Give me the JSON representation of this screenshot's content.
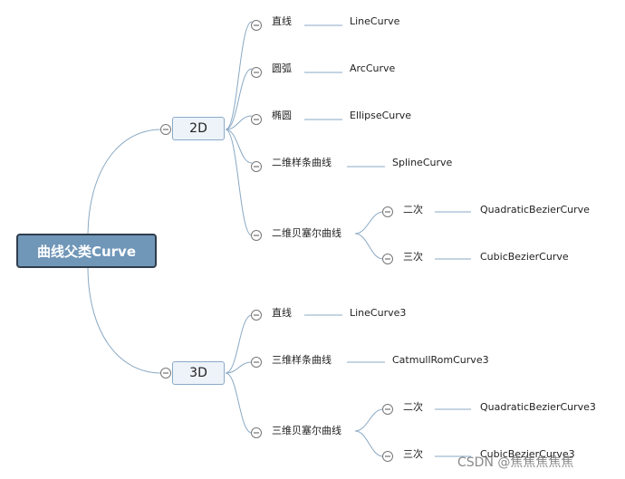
{
  "root": {
    "label": "曲线父类Curve"
  },
  "groups": [
    {
      "label": "2D",
      "items": [
        {
          "label": "直线",
          "value": "LineCurve"
        },
        {
          "label": "圆弧",
          "value": "ArcCurve"
        },
        {
          "label": "椭圆",
          "value": "EllipseCurve"
        },
        {
          "label": "二维样条曲线",
          "value": "SplineCurve"
        },
        {
          "label": "二维贝塞尔曲线",
          "children": [
            {
              "label": "二次",
              "value": "QuadraticBezierCurve"
            },
            {
              "label": "三次",
              "value": "CubicBezierCurve"
            }
          ]
        }
      ]
    },
    {
      "label": "3D",
      "items": [
        {
          "label": "直线",
          "value": "LineCurve3"
        },
        {
          "label": "三维样条曲线",
          "value": "CatmullRomCurve3"
        },
        {
          "label": "三维贝塞尔曲线",
          "children": [
            {
              "label": "二次",
              "value": "QuadraticBezierCurve3"
            },
            {
              "label": "三次",
              "value": "CubicBezierCurve3"
            }
          ]
        }
      ]
    }
  ],
  "watermark": "CSDN @焦焦焦焦焦",
  "colors": {
    "edge": "#8aa9c4",
    "root_fill": "#7096b8",
    "box_fill": "#edf3f9"
  }
}
